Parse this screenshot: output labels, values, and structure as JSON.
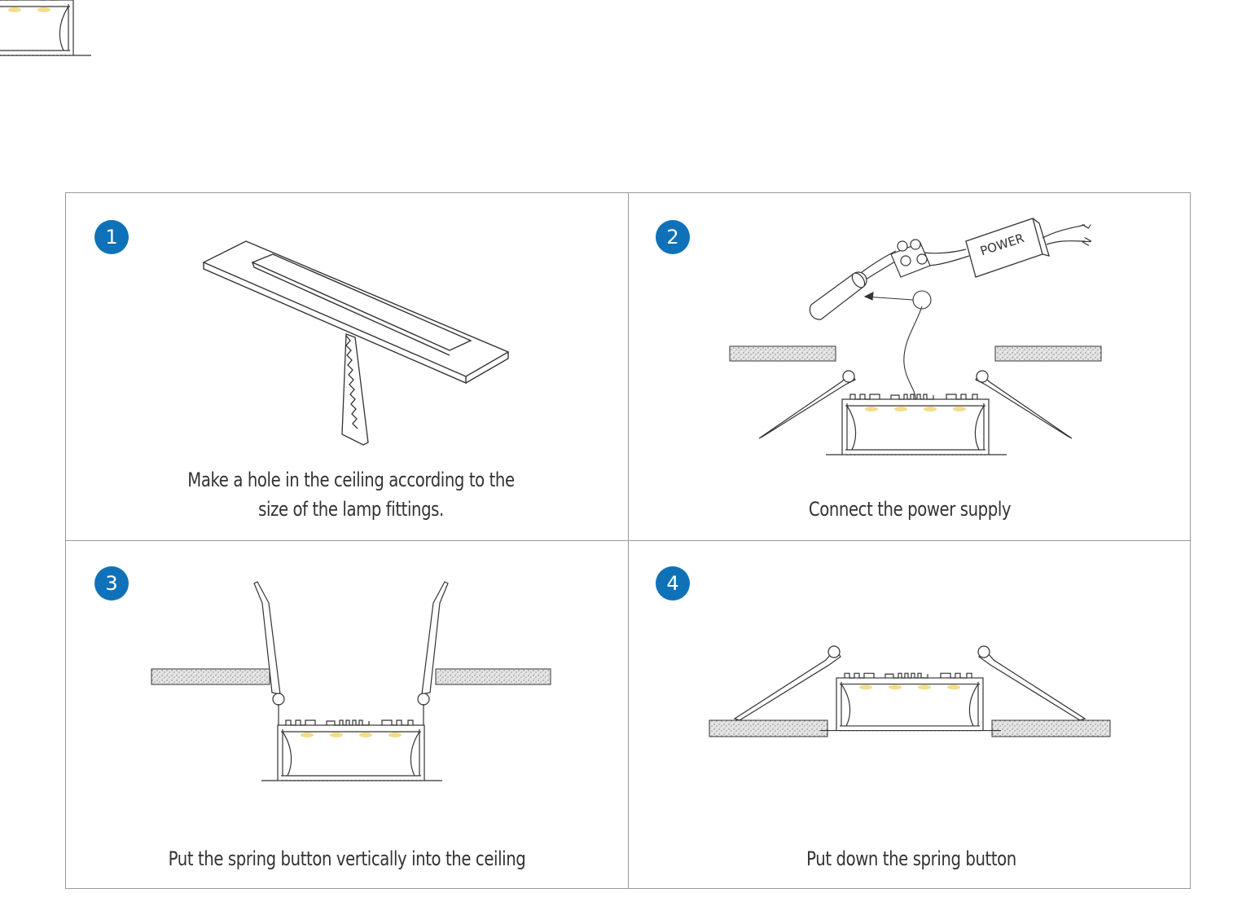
{
  "steps": [
    {
      "number": "1",
      "caption_line1": "Make a hole in the ceiling according to the",
      "caption_line2": "size of the lamp fittings."
    },
    {
      "number": "2",
      "caption_line1": "Connect the power supply",
      "caption_line2": ""
    },
    {
      "number": "3",
      "caption_line1": "Put the spring button vertically into the ceiling",
      "caption_line2": ""
    },
    {
      "number": "4",
      "caption_line1": "Put down the spring button",
      "caption_line2": ""
    }
  ],
  "power_box": {
    "label": "POWER",
    "wire_l": "L",
    "wire_n": "N",
    "plus": "+",
    "minus": "-"
  },
  "colors": {
    "badge": "#0f72b8",
    "line": "#333333",
    "led": "#f3dd8a",
    "ceiling_fill": "#d9d9d9"
  }
}
